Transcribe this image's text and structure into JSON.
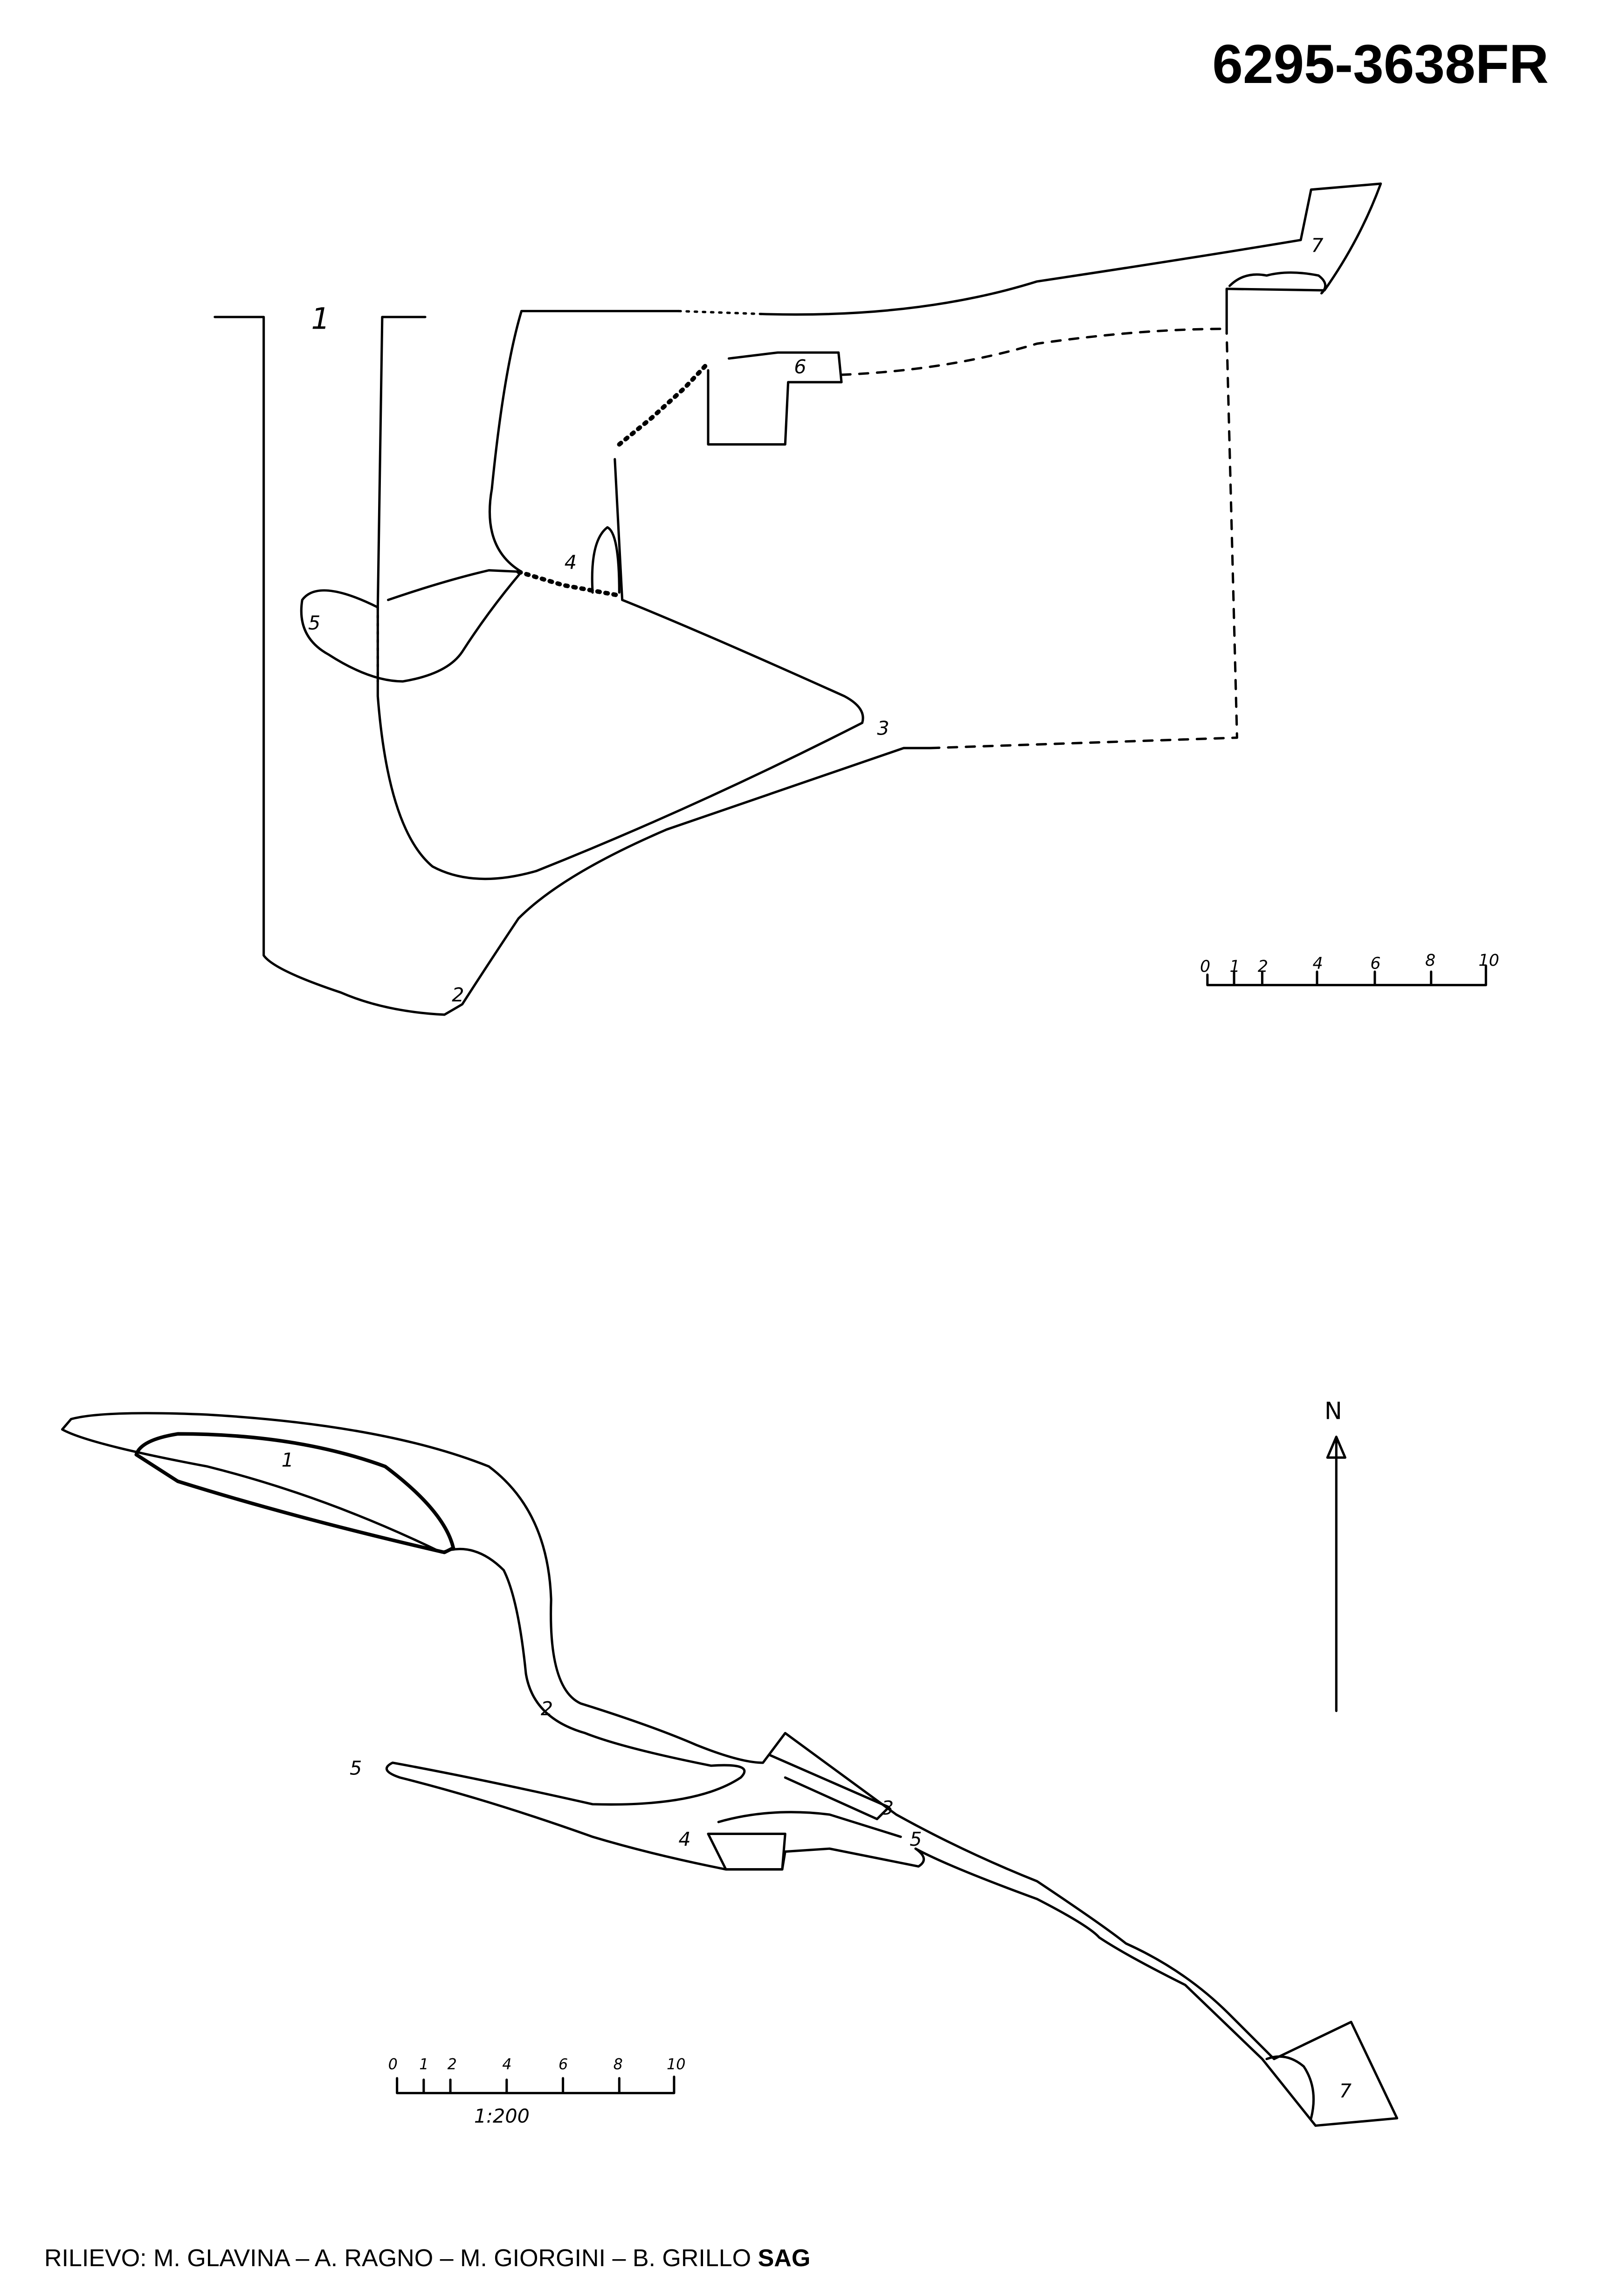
{
  "header": {
    "cave_code": "6295-3638FR"
  },
  "section": {
    "labels": [
      "1",
      "2",
      "3",
      "4",
      "5",
      "6",
      "7"
    ],
    "scale_ticks": [
      "0",
      "1",
      "2",
      "4",
      "6",
      "8",
      "10"
    ]
  },
  "plan": {
    "labels": [
      "1",
      "2",
      "3",
      "4",
      "5",
      "5",
      "7"
    ],
    "north_label": "N",
    "scale_ticks": [
      "0",
      "1",
      "2",
      "4",
      "6",
      "8",
      "10"
    ],
    "scale_ratio": "1:200"
  },
  "footer": {
    "credits": "RILIEVO: M. GLAVINA – A. RAGNO – M. GIORGINI – B. GRILLO",
    "group": "SAG"
  }
}
